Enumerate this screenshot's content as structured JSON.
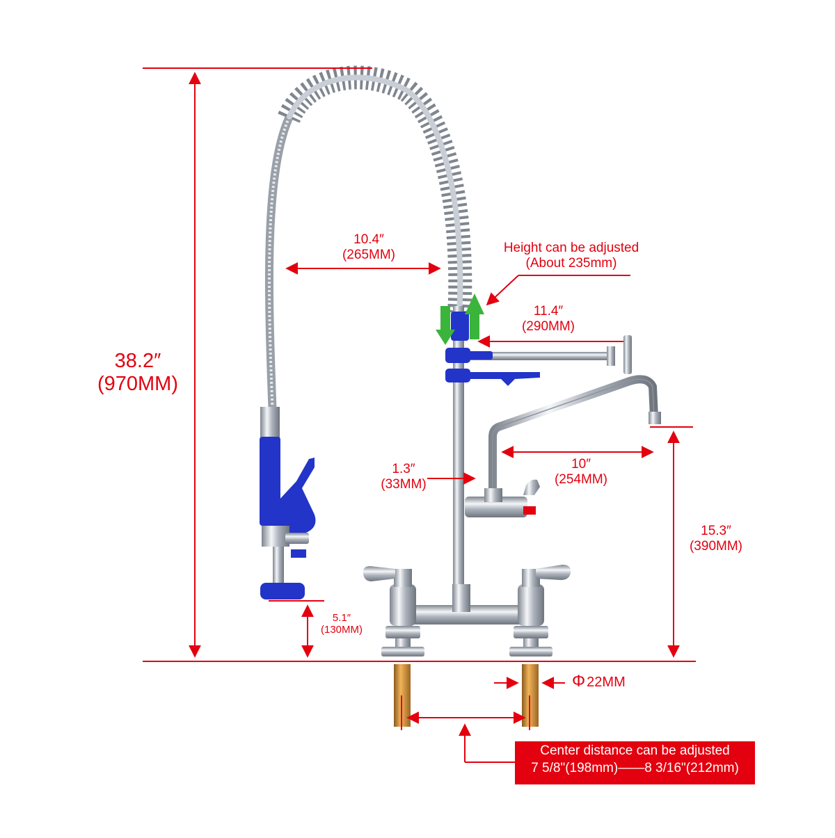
{
  "dimensions": {
    "total_height": {
      "inch": "38.2″",
      "mm": "(970MM)"
    },
    "hose_reach": {
      "inch": "10.4″",
      "mm": "(265MM)"
    },
    "height_note": {
      "line1": "Height can be adjusted",
      "line2": "(About 235mm)"
    },
    "arm_length": {
      "inch": "11.4″",
      "mm": "(290MM)"
    },
    "spout_offset": {
      "inch": "1.3″",
      "mm": "(33MM)"
    },
    "spout_reach": {
      "inch": "10″",
      "mm": "(254MM)"
    },
    "spout_height": {
      "inch": "15.3″",
      "mm": "(390MM)"
    },
    "sprayer_height": {
      "inch": "5.1″",
      "mm": "(130MM)"
    },
    "shank_diameter": {
      "symbol": "Φ",
      "value": "22MM"
    },
    "center_distance": {
      "line1": "Center distance can be adjusted",
      "line2": "7 5/8\"(198mm)——8 3/16\"(212mm)"
    }
  },
  "colors": {
    "dimension_red": "#e3000f",
    "chrome": "#c9ced6",
    "blue_parts": "#2334c8",
    "brass": "#c98a34",
    "arrow_green": "#3bb43b"
  }
}
